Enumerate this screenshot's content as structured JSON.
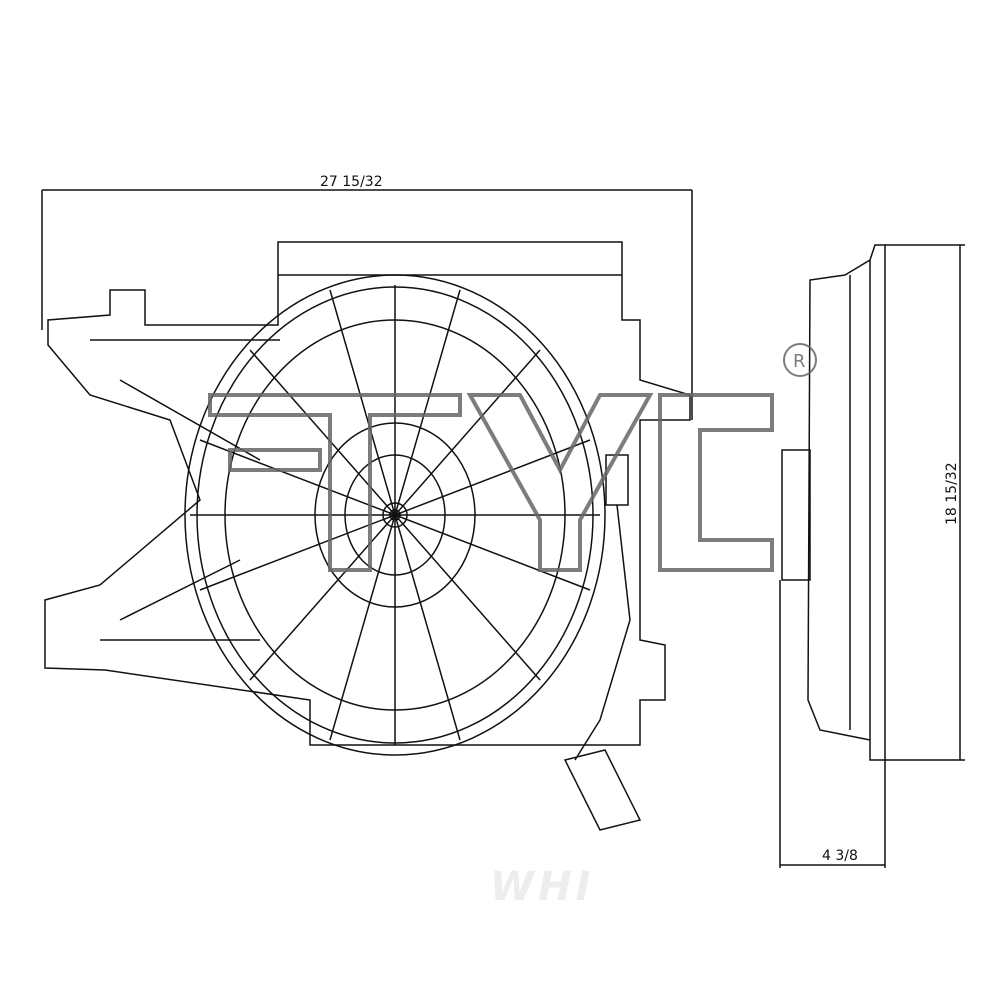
{
  "dimensions": {
    "width": "27 15/32",
    "height": "18 15/32",
    "depth": "4 3/8"
  },
  "logo": {
    "brand": "TYC",
    "mark": "R"
  },
  "watermark": "WHI",
  "colors": {
    "line": "#111111",
    "logo": "#666666",
    "watermark": "#dddddd"
  }
}
